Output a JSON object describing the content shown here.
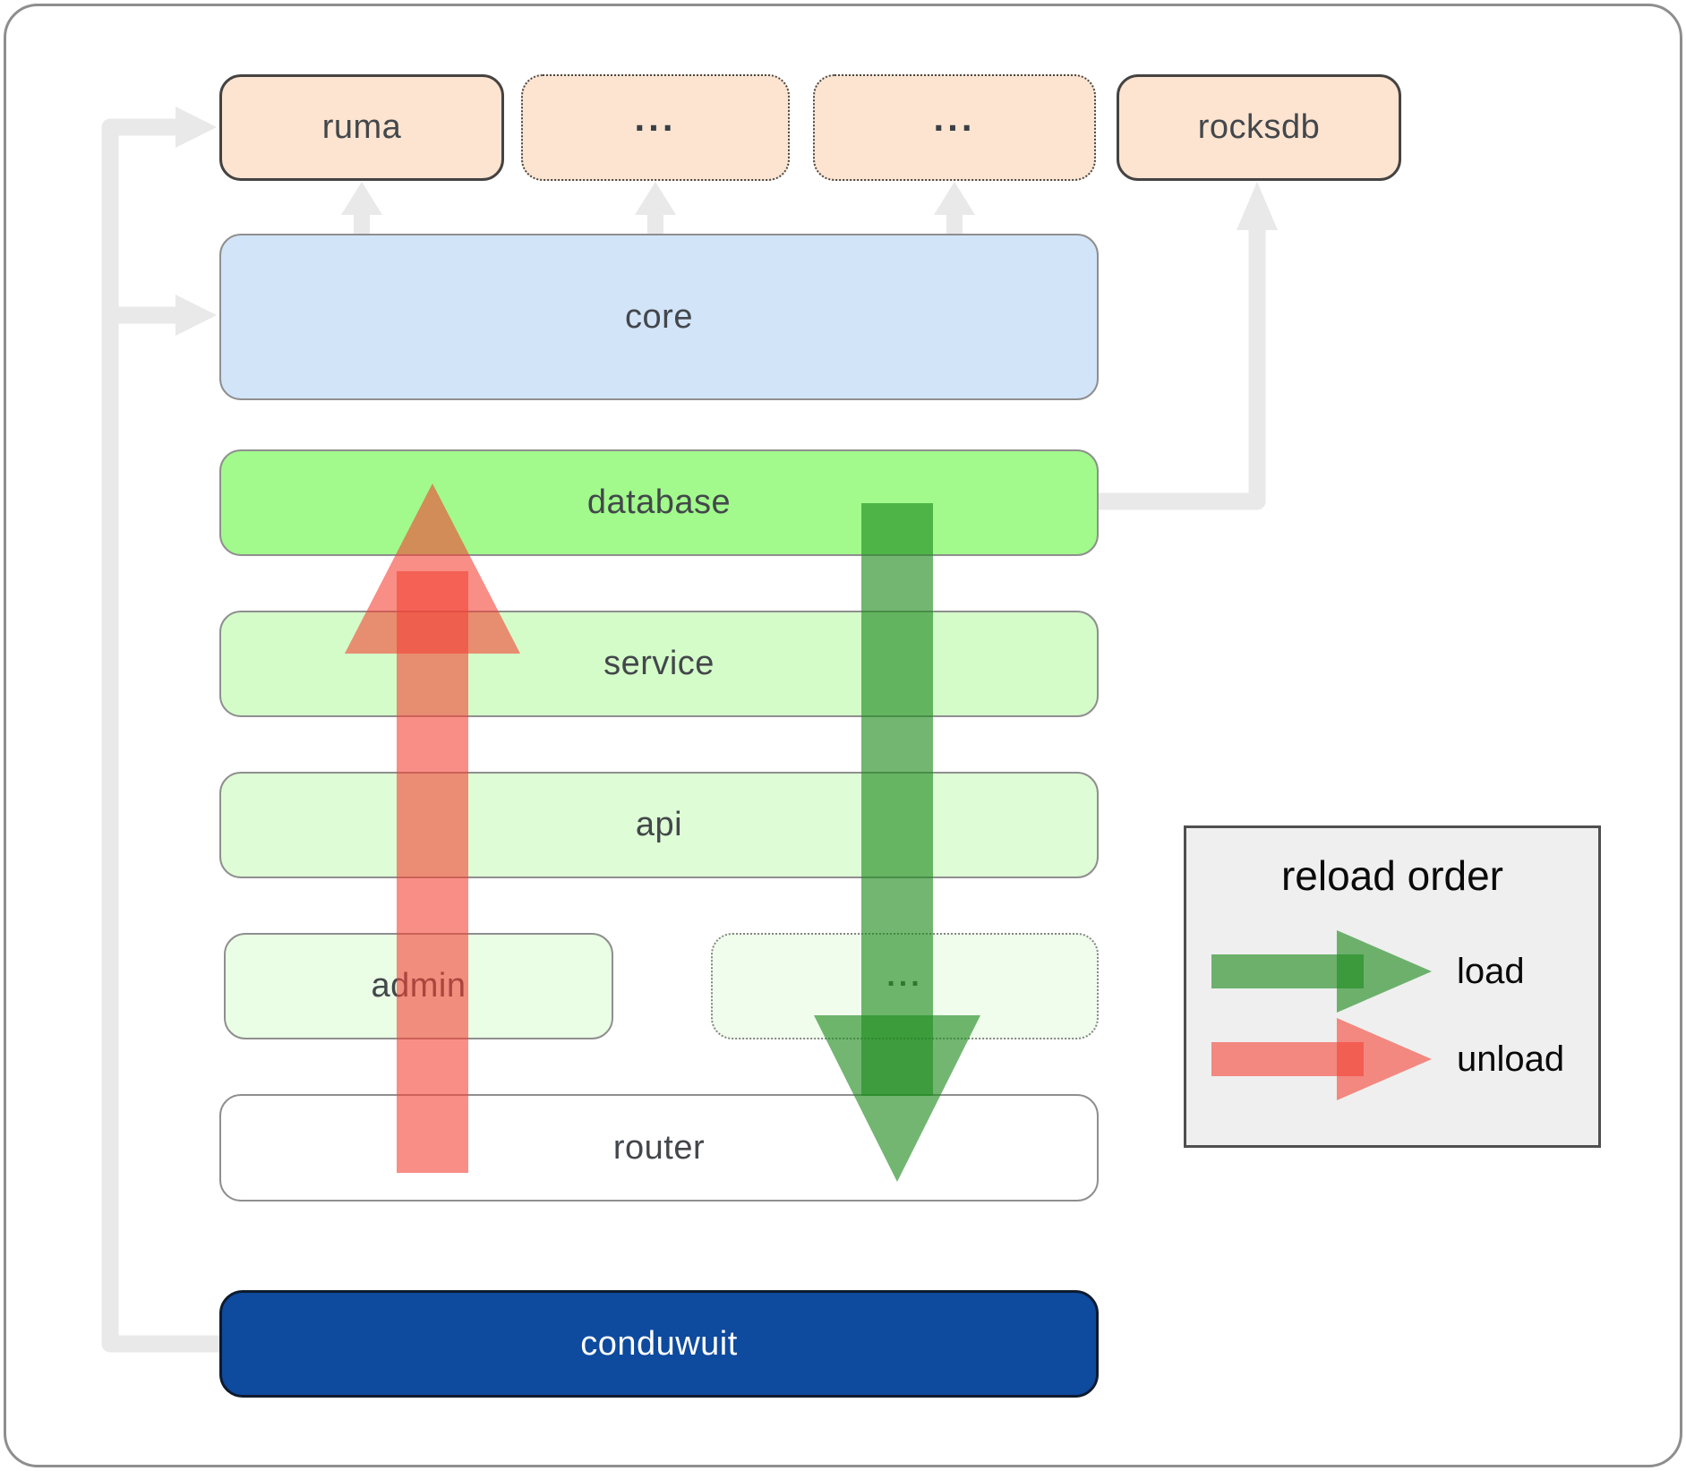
{
  "boxes": {
    "ruma": {
      "label": "ruma"
    },
    "dep_more_1": {
      "label": "..."
    },
    "dep_more_2": {
      "label": "..."
    },
    "rocksdb": {
      "label": "rocksdb"
    },
    "core": {
      "label": "core"
    },
    "database": {
      "label": "database"
    },
    "service": {
      "label": "service"
    },
    "api": {
      "label": "api"
    },
    "admin": {
      "label": "admin"
    },
    "service_more": {
      "label": "..."
    },
    "router": {
      "label": "router"
    },
    "conduwuit": {
      "label": "conduwuit"
    }
  },
  "legend": {
    "title": "reload order",
    "load_label": "load",
    "unload_label": "unload"
  },
  "colors": {
    "load_green": "#1f8c1f",
    "unload_red": "#f44336",
    "connector_gray": "#e9e9e9",
    "conduwuit_blue": "#0e4a9e",
    "database_green": "#a1fa8b",
    "core_blue": "#d2e4f8",
    "crate_peach": "#fce4d1"
  }
}
